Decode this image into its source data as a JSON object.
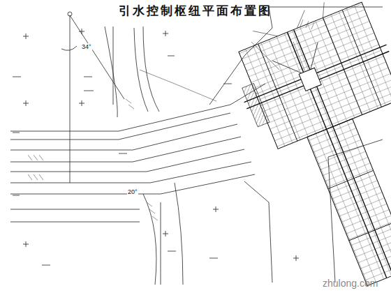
{
  "diagram": {
    "title": "引水控制枢纽平面布置图",
    "labels": [
      "34°",
      "20°",
      "zhulong.com"
    ]
  }
}
